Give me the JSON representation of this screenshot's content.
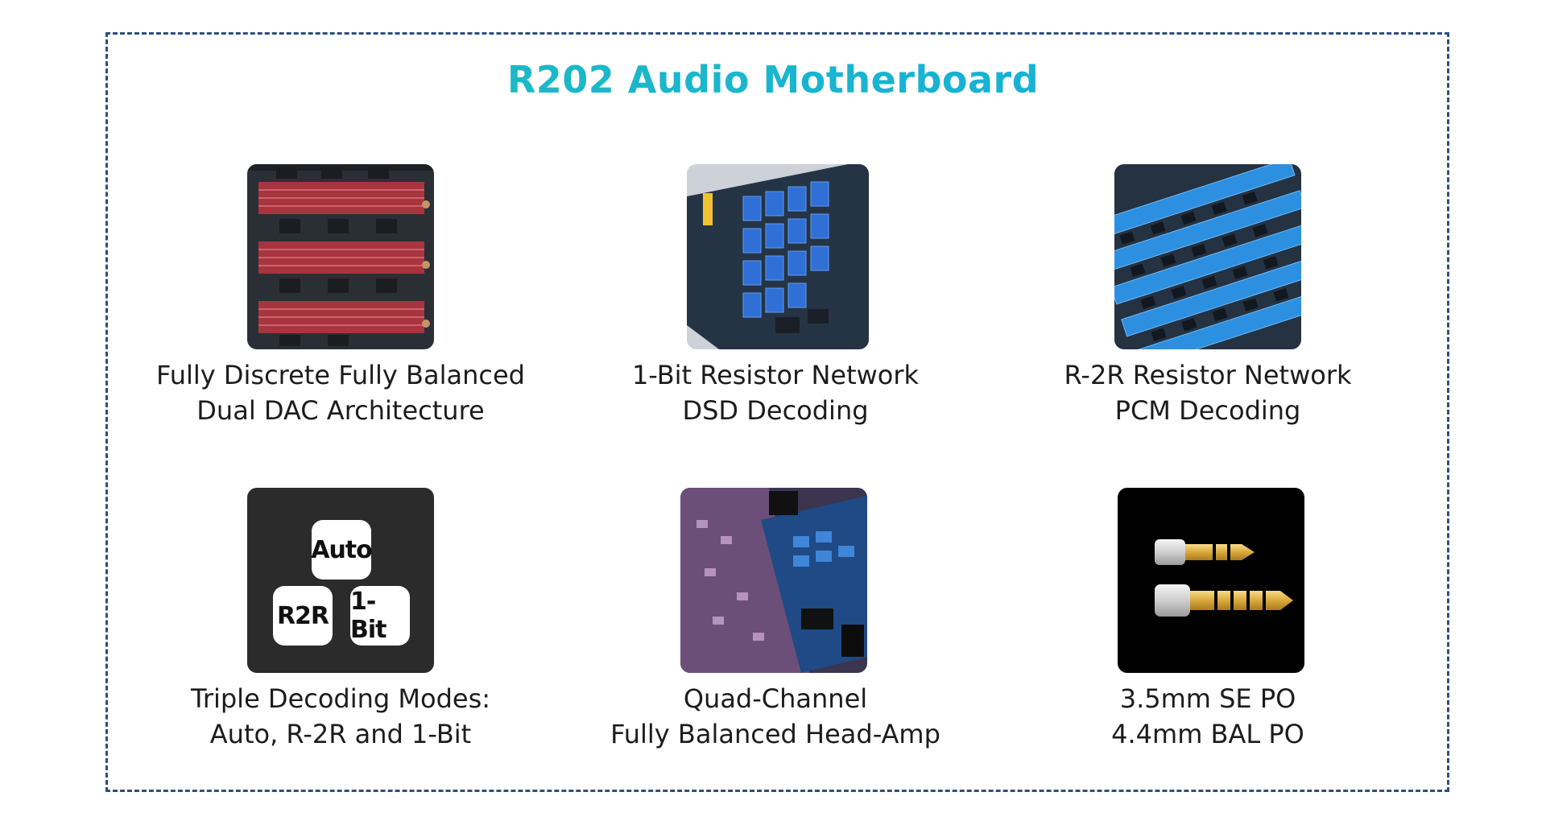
{
  "title": "R202 Audio Motherboard",
  "features": [
    {
      "line1": "Fully Discrete Fully Balanced",
      "line2": "Dual DAC Architecture",
      "icon": "red-resistor-board"
    },
    {
      "line1": "1-Bit Resistor Network",
      "line2": "DSD Decoding",
      "icon": "blue-relay-board"
    },
    {
      "line1": "R-2R Resistor Network",
      "line2": "PCM Decoding",
      "icon": "blue-resistor-ladder-board"
    },
    {
      "line1": "Triple Decoding Modes:",
      "line2": "Auto, R-2R and 1-Bit",
      "icon": "decoding-mode-chips"
    },
    {
      "line1": "Quad-Channel",
      "line2": "Fully Balanced Head-Amp",
      "icon": "headamp-board"
    },
    {
      "line1": "3.5mm SE PO",
      "line2": "4.4mm BAL PO",
      "icon": "headphone-plugs"
    }
  ],
  "mode_chips": {
    "auto": "Auto",
    "r2r": "R2R",
    "onebit": "1-Bit"
  },
  "colors": {
    "title_start": "#1fc1b9",
    "title_end": "#14a9e3",
    "frame": "#2e4f7e"
  }
}
